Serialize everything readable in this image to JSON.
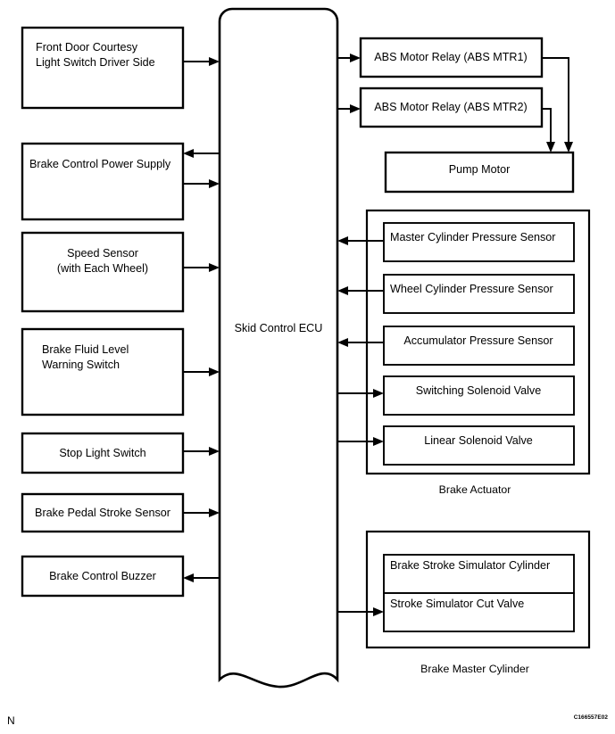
{
  "figure": {
    "corner_mark": "N",
    "figure_code": "C166557E02"
  },
  "ecu": {
    "label": "Skid Control ECU"
  },
  "left_inputs": [
    {
      "id": "front-door-courtesy-light-switch-driver-side",
      "line1": "Front Door Courtesy",
      "line2": "Light Switch Driver Side",
      "direction": "to-ecu"
    },
    {
      "id": "brake-control-power-supply",
      "line1": "Brake Control Power Supply",
      "line2": "",
      "direction": "bidirectional"
    },
    {
      "id": "speed-sensor-with-each-wheel",
      "line1": "Speed Sensor",
      "line2": "(with Each Wheel)",
      "direction": "to-ecu"
    },
    {
      "id": "brake-fluid-level-warning-switch",
      "line1": "Brake Fluid Level",
      "line2": "Warning Switch",
      "direction": "to-ecu"
    },
    {
      "id": "stop-light-switch",
      "line1": "Stop Light Switch",
      "line2": "",
      "direction": "to-ecu"
    },
    {
      "id": "brake-pedal-stroke-sensor",
      "line1": "Brake Pedal Stroke Sensor",
      "line2": "",
      "direction": "to-ecu"
    },
    {
      "id": "brake-control-buzzer",
      "line1": "Brake Control Buzzer",
      "line2": "",
      "direction": "from-ecu"
    }
  ],
  "relays": [
    {
      "id": "abs-motor-relay-mtr1",
      "label": "ABS Motor Relay (ABS MTR1)"
    },
    {
      "id": "abs-motor-relay-mtr2",
      "label": "ABS Motor Relay (ABS MTR2)"
    }
  ],
  "pump_motor": {
    "label": "Pump Motor"
  },
  "brake_actuator": {
    "caption": "Brake Actuator",
    "items": [
      {
        "id": "master-cylinder-pressure-sensor",
        "label": "Master Cylinder Pressure Sensor",
        "direction": "to-ecu"
      },
      {
        "id": "wheel-cylinder-pressure-sensor",
        "label": "Wheel Cylinder Pressure Sensor",
        "direction": "to-ecu"
      },
      {
        "id": "accumulator-pressure-sensor",
        "label": "Accumulator Pressure Sensor",
        "direction": "to-ecu"
      },
      {
        "id": "switching-solenoid-valve",
        "label": "Switching Solenoid Valve",
        "direction": "from-ecu"
      },
      {
        "id": "linear-solenoid-valve",
        "label": "Linear Solenoid Valve",
        "direction": "from-ecu"
      }
    ]
  },
  "brake_master_cylinder": {
    "caption": "Brake Master Cylinder",
    "items": [
      {
        "id": "brake-stroke-simulator-cylinder",
        "label": "Brake Stroke Simulator Cylinder",
        "direction": "none"
      },
      {
        "id": "stroke-simulator-cut-valve",
        "label": "Stroke Simulator Cut Valve",
        "direction": "from-ecu"
      }
    ]
  },
  "colors": {
    "background": "#ffffff",
    "stroke": "#000000",
    "text": "#000000"
  }
}
